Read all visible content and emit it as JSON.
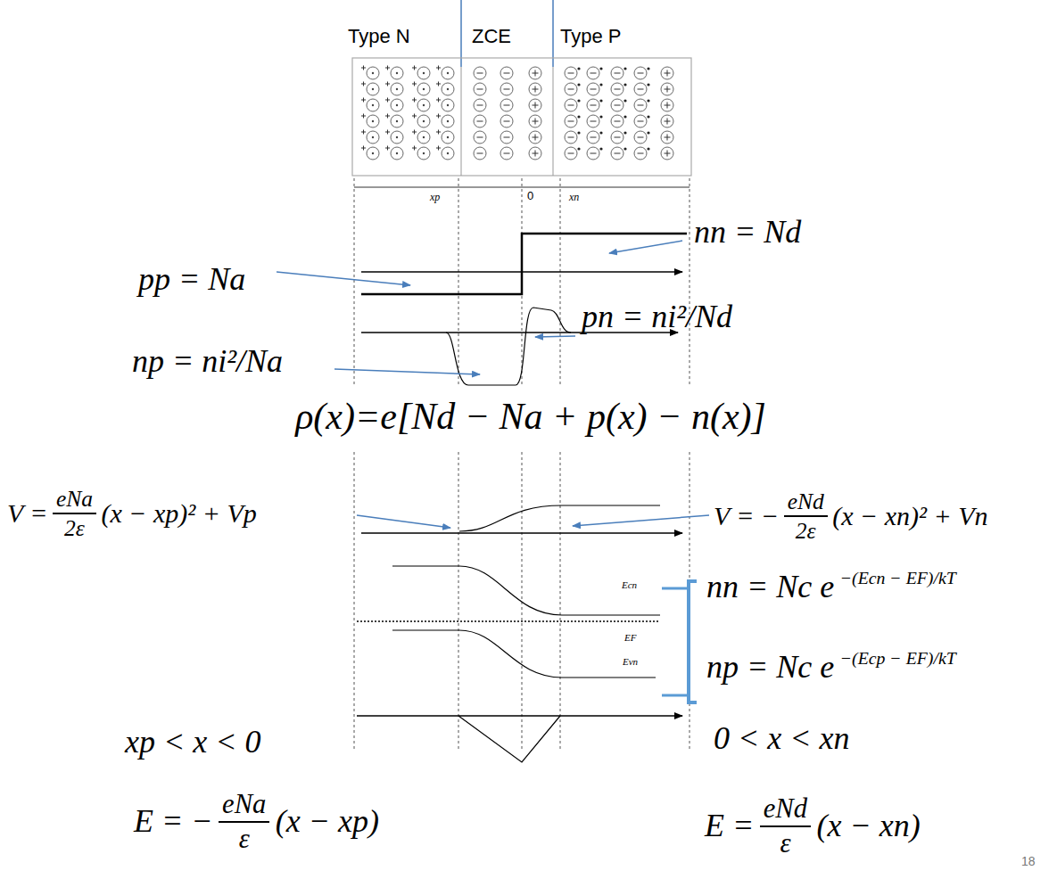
{
  "diagram": {
    "labels": [
      "Type N",
      "ZCE",
      "Type P",
      "xp",
      "0",
      "xn",
      "nn = Nd",
      "pp = Na",
      "pn = ni²/Nd",
      "np = ni²/Na",
      "ρ(x)=e[Nd − Na + p(x) − n(x)]",
      "V =",
      "eNa",
      "2ε",
      "(x − xp)² + Vp",
      "V = −",
      "eNd",
      "2ε",
      "(x − xn)² + Vn",
      "Ecn",
      "EF",
      "Evn",
      "nn = Nc e",
      "−(Ecn − EF)/kT",
      "np = Nc e",
      "−(Ecp − EF)/kT",
      "xp < x < 0",
      "0 < x < xn",
      "E = −",
      "eNa",
      "ε",
      "(x − xp)",
      "E =",
      "eNd",
      "ε",
      "(x − xn)",
      "18"
    ]
  }
}
